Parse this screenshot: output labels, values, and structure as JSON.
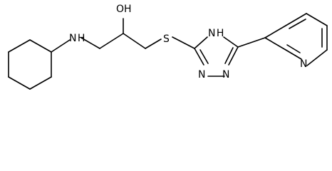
{
  "molecule": {
    "atoms": {
      "amine_nh": "N H",
      "hydroxyl_oh": "OH",
      "thioether_s": "S",
      "triazole_nh": "N H",
      "triazole_n1": "N",
      "triazole_n2": "N",
      "pyridine_n": "N"
    }
  }
}
